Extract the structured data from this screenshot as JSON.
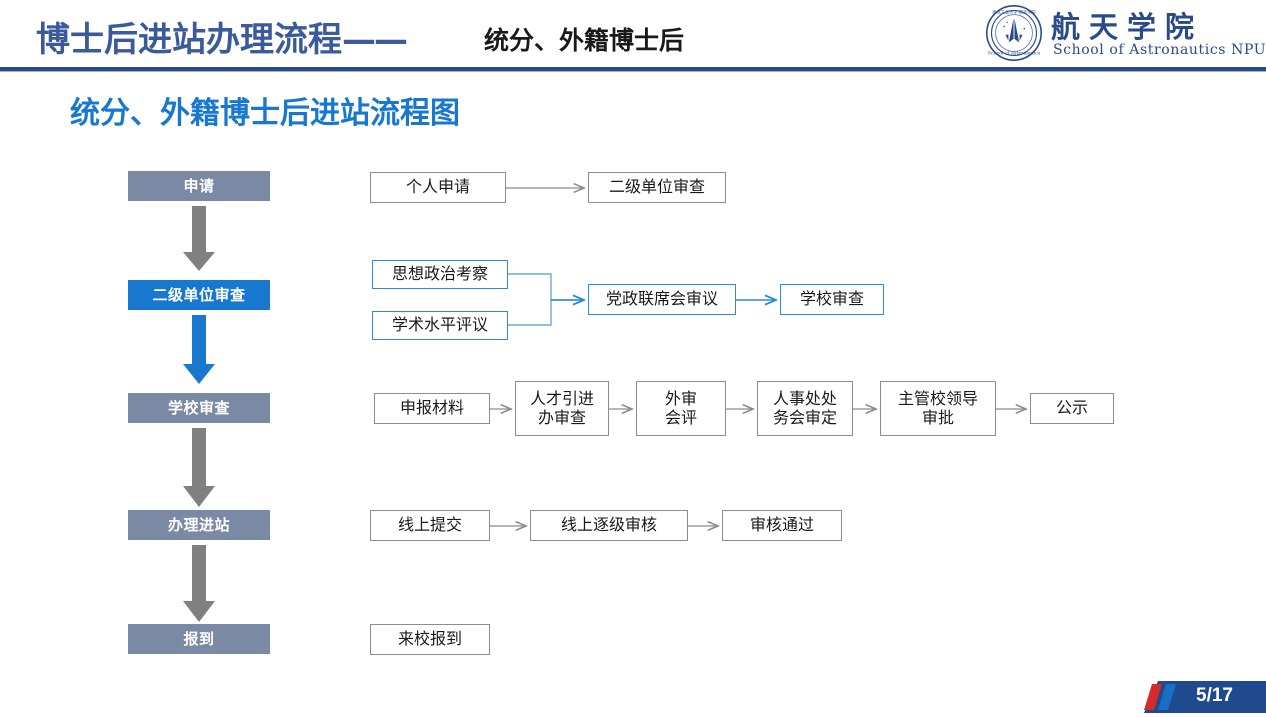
{
  "header": {
    "title_main": "博士后进站办理流程",
    "title_dash": "——",
    "title_sub": "统分、外籍博士后",
    "logo_cn": "航天学院",
    "logo_en": "School of Astronautics NPU",
    "logo_icon": "npu-astronautics-emblem",
    "accent_navy": "#2b4a8b"
  },
  "subtitle": "统分、外籍博士后进站流程图",
  "colors": {
    "stage_gray": "#7b8aa4",
    "stage_blue": "#1878d0",
    "arrow_gray": "#808080",
    "arrow_blue": "#1878d0",
    "box_border_gray": "#8c8c8c",
    "box_border_blue": "#2e8ad8",
    "title_blue": "#3a5a9b",
    "badge_blue": "#1f4b8e",
    "badge_red": "#d42b2b"
  },
  "stages": [
    {
      "label": "申请",
      "style": "gray"
    },
    {
      "label": "二级单位审查",
      "style": "blue"
    },
    {
      "label": "学校审查",
      "style": "gray"
    },
    {
      "label": "办理进站",
      "style": "gray"
    },
    {
      "label": "报到",
      "style": "gray"
    }
  ],
  "stage_arrows": [
    {
      "style": "gray"
    },
    {
      "style": "blue"
    },
    {
      "style": "gray"
    },
    {
      "style": "gray"
    }
  ],
  "rows": [
    {
      "name": "row-apply",
      "boxes": [
        {
          "label": "个人申请",
          "style": "gray"
        },
        {
          "label": "二级单位审查",
          "style": "gray"
        }
      ]
    },
    {
      "name": "row-unit-review",
      "boxes": [
        {
          "label": "思想政治考察",
          "style": "blue"
        },
        {
          "label": "学术水平评议",
          "style": "blue"
        },
        {
          "label": "党政联席会审议",
          "style": "blue"
        },
        {
          "label": "学校审查",
          "style": "blue"
        }
      ]
    },
    {
      "name": "row-school-review",
      "boxes": [
        {
          "label": "申报材料",
          "style": "gray"
        },
        {
          "label": "人才引进\n办审查",
          "style": "gray"
        },
        {
          "label": "外审\n会评",
          "style": "gray"
        },
        {
          "label": "人事处处\n务会审定",
          "style": "gray"
        },
        {
          "label": "主管校领导\n审批",
          "style": "gray"
        },
        {
          "label": "公示",
          "style": "gray"
        }
      ]
    },
    {
      "name": "row-enroll",
      "boxes": [
        {
          "label": "线上提交",
          "style": "gray"
        },
        {
          "label": "线上逐级审核",
          "style": "gray"
        },
        {
          "label": "审核通过",
          "style": "gray"
        }
      ]
    },
    {
      "name": "row-report",
      "boxes": [
        {
          "label": "来校报到",
          "style": "gray"
        }
      ]
    }
  ],
  "page_badge": {
    "text": "5/17",
    "current": 5,
    "total": 17
  }
}
